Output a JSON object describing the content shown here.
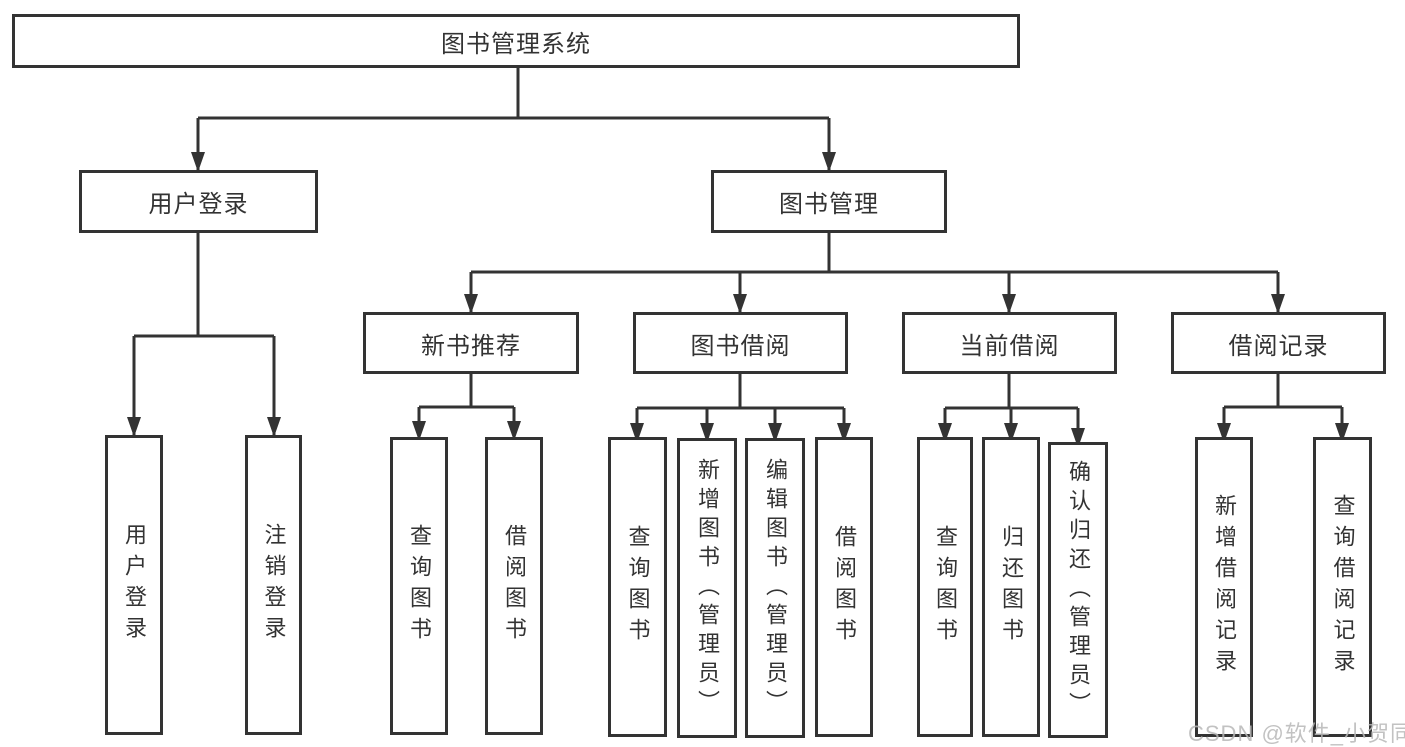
{
  "diagram": {
    "title": "图书管理系统",
    "level2": [
      {
        "label": "用户登录"
      },
      {
        "label": "图书管理"
      }
    ],
    "level3": [
      {
        "label": "新书推荐"
      },
      {
        "label": "图书借阅"
      },
      {
        "label": "当前借阅"
      },
      {
        "label": "借阅记录"
      }
    ],
    "leaves": [
      {
        "id": "user-login",
        "label": "用户登录"
      },
      {
        "id": "logout-login",
        "label": "注销登录"
      },
      {
        "id": "query-book-recommend",
        "label": "查询图书"
      },
      {
        "id": "borrow-book-recommend",
        "label": "借阅图书"
      },
      {
        "id": "query-book-borrow",
        "label": "查询图书"
      },
      {
        "id": "add-book-admin",
        "label": "新增图书（管理员）"
      },
      {
        "id": "edit-book-admin",
        "label": "编辑图书（管理员）"
      },
      {
        "id": "borrow-book",
        "label": "借阅图书"
      },
      {
        "id": "query-book-current",
        "label": "查询图书"
      },
      {
        "id": "return-book",
        "label": "归还图书"
      },
      {
        "id": "confirm-return-admin",
        "label": "确认归还（管理员）"
      },
      {
        "id": "add-borrow-record",
        "label": "新增借阅记录"
      },
      {
        "id": "query-borrow-record",
        "label": "查询借阅记录"
      }
    ]
  },
  "watermark": {
    "text": "CSDN @软件_小贺同学"
  },
  "colors": {
    "line": "#333333",
    "box_border": "#333333",
    "text": "#333333",
    "background": "#ffffff",
    "watermark": "#b8b8b8"
  }
}
